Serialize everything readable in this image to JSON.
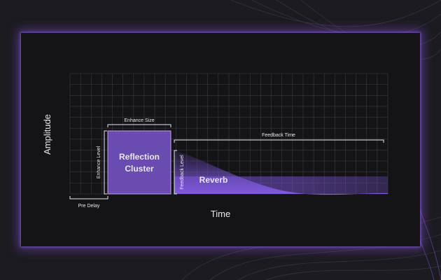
{
  "diagram": {
    "y_axis_label": "Amplitude",
    "x_axis_label": "Time",
    "enhance_size_label": "Enhance Size",
    "enhance_level_label": "Enhance Level",
    "reflection_cluster_label": [
      "Reflection",
      "Cluster"
    ],
    "feedback_time_label": "Feedback Time",
    "feedback_level_label": "Feedback Level",
    "reverb_label": "Reverb",
    "pre_delay_label": "Pre Delay"
  },
  "colors": {
    "background": "#1c1b20",
    "panel": "#141417",
    "grid": "#3a3942",
    "cluster_fill": "#6a4bb0",
    "reverb_purple": "#7a55d6",
    "accent_glow": "#8250dc",
    "text": "#e8e6ee"
  }
}
